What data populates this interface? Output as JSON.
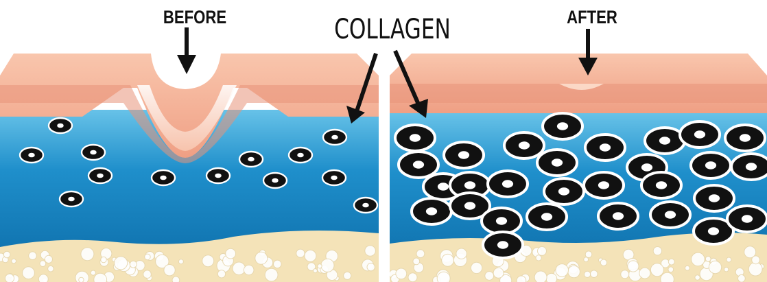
{
  "labels": {
    "before": "BEFORE",
    "after": "AFTER",
    "collagen": "COLLAGEN"
  },
  "colors": {
    "skin_top": "#f5b79a",
    "skin_mid": "#e89b82",
    "skin_pale": "#fde4d8",
    "dermis_top": "#67c2e8",
    "dermis_bottom": "#0b6aa6",
    "fat_layer": "#f4e3b8",
    "fat_bubble": "#ffffff",
    "collagen_fill": "#111111",
    "collagen_ring": "#ffffff",
    "arrow": "#111111"
  },
  "icons": {
    "collagen_cell": "collagen-cell-icon",
    "pointer_arrow": "arrow-down-icon"
  }
}
